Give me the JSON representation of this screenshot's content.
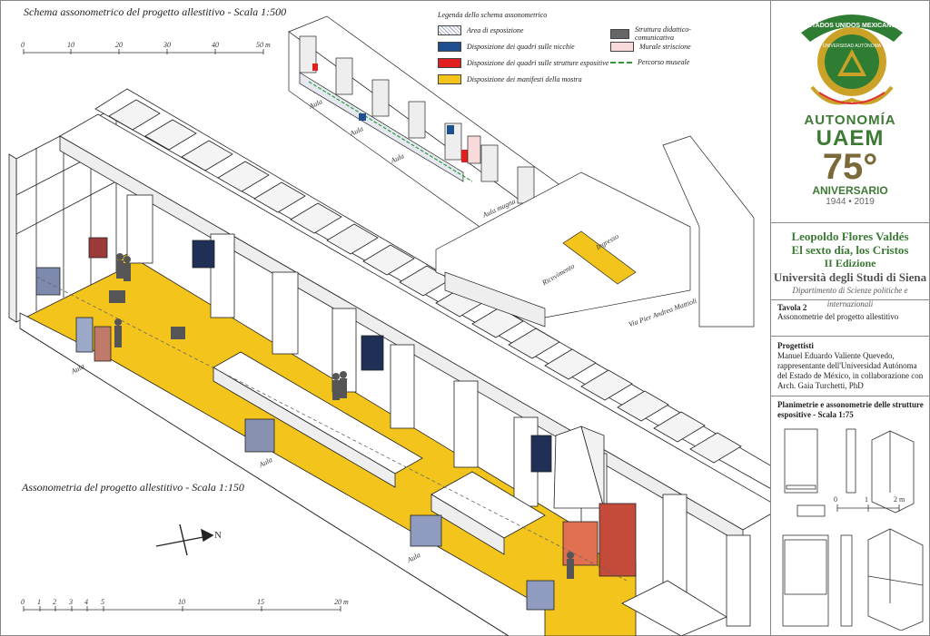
{
  "titles": {
    "top": "Schema assonometrico del progetto allestitivo - Scala 1:500",
    "middle": "Assonometria del progetto allestitivo - Scala 1:150"
  },
  "scale_top": {
    "labels": [
      "0",
      "10",
      "20",
      "30",
      "40",
      "50 m"
    ]
  },
  "scale_bottom": {
    "labels": [
      "0",
      "1",
      "2",
      "3",
      "4",
      "5",
      "10",
      "15",
      "20 m"
    ]
  },
  "scale_side": {
    "labels": [
      "0",
      "1",
      "2 m"
    ]
  },
  "legend": {
    "title": "Legenda dello schema assonometrico",
    "items": [
      {
        "label": "Area di esposizione",
        "color": "#e6e9f2"
      },
      {
        "label": "Disposizione dei quadri sulle nicchie",
        "color": "#1f4f8f"
      },
      {
        "label": "Disposizione dei quadri sulle strutture espositive",
        "color": "#e02020"
      },
      {
        "label": "Disposizione dei manifesti della mostra",
        "color": "#f2c41c"
      },
      {
        "label": "Struttura didattico-comunicativa",
        "color": "#666666"
      },
      {
        "label": "Murale striscione",
        "color": "#f8dada"
      },
      {
        "label": "Percorso museale",
        "color": "#2c9a3a"
      }
    ]
  },
  "plan_labels": {
    "aula": "Aula",
    "aula_magna": "Aula magna",
    "ricevimento": "Ricevimento",
    "ingresso": "Ingresso",
    "via": "Via Pier Andrea Mattioli",
    "north": "N"
  },
  "emblem": {
    "ring_text": "ESTADOS UNIDOS MEXICANOS",
    "inner_text": "UNIVERSIDAD AUTÓNOMA",
    "color_green": "#2e7d32",
    "color_gold": "#c9a227"
  },
  "anniversary": {
    "line1": "AUTONOMÍA",
    "line2": "UAEM",
    "line3": "75°",
    "line4": "ANIVERSARIO",
    "line5": "1944 • 2019"
  },
  "project": {
    "author": "Leopoldo Flores Valdés",
    "exhibition": "El sexto día, los Cristos",
    "edition": "II Edizione",
    "university": "Università degli Studi di Siena",
    "department": "Dipartimento di Scienze politiche e internazionali"
  },
  "tavola": {
    "title": "Tavola 2",
    "subtitle": "Assonometrie del progetto allestitivo"
  },
  "progettisti": {
    "title": "Progettisti",
    "text": "Manuel Eduardo Valiente Quevedo, rappresentante dell'Universidad Autónoma del Estado de México, in collaborazione con Arch. Gaia Turchetti, PhD"
  },
  "planimetrie": {
    "title": "Planimetrie e assonometrie delle strutture espositive - Scala 1:75"
  }
}
